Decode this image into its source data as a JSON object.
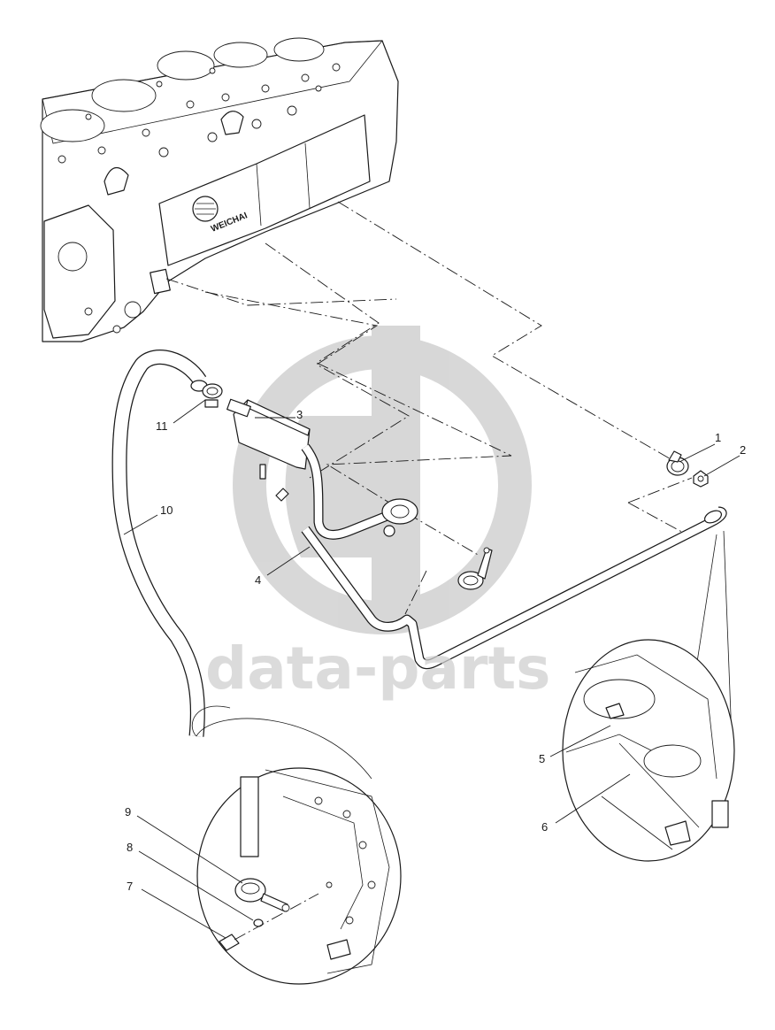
{
  "brand_label": "WEICHAI",
  "watermark": {
    "text": "data-parts"
  },
  "callouts": [
    {
      "id": "1",
      "label": "1"
    },
    {
      "id": "2",
      "label": "2"
    },
    {
      "id": "3",
      "label": "3"
    },
    {
      "id": "4",
      "label": "4"
    },
    {
      "id": "5",
      "label": "5"
    },
    {
      "id": "6",
      "label": "6"
    },
    {
      "id": "7",
      "label": "7"
    },
    {
      "id": "8",
      "label": "8"
    },
    {
      "id": "9",
      "label": "9"
    },
    {
      "id": "10",
      "label": "10"
    },
    {
      "id": "11",
      "label": "11"
    }
  ]
}
